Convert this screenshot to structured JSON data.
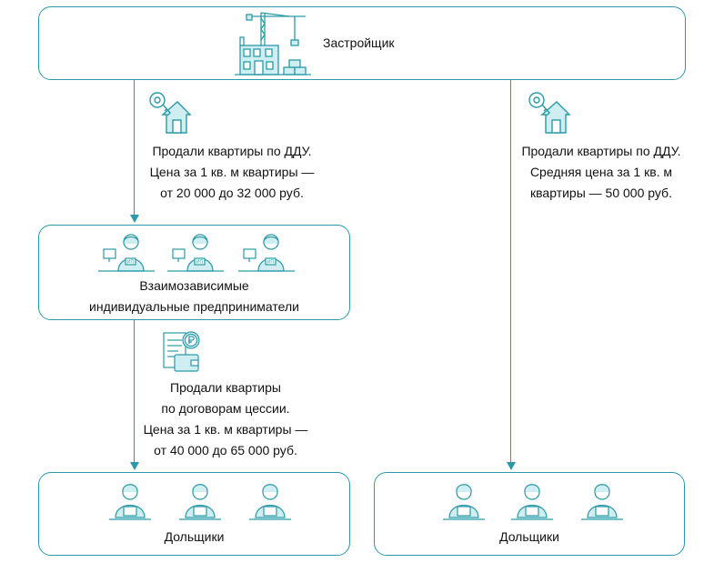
{
  "developer": {
    "label": "Застройщик"
  },
  "left_transfer": {
    "lines": [
      "Продали квартиры по ДДУ.",
      "Цена за 1 кв. м квартиры —",
      "от 20 000 до 32 000 руб."
    ]
  },
  "right_transfer": {
    "lines": [
      "Продали квартиры по ДДУ.",
      "Средняя цена за 1 кв. м",
      "квартиры — 50 000 руб."
    ]
  },
  "entrepreneurs": {
    "lines": [
      "Взаимозависимые",
      "индивидуальные предприниматели"
    ],
    "badge": "ИП"
  },
  "cession": {
    "lines": [
      "Продали квартиры",
      "по договорам цессии.",
      "Цена за 1 кв. м квартиры —",
      "от 40 000 до 65 000 руб."
    ]
  },
  "shareholders_left": {
    "label": "Дольщики"
  },
  "shareholders_right": {
    "label": "Дольщики"
  },
  "colors": {
    "accent": "#2a9aa8",
    "icon_fill": "#cfeef2"
  }
}
